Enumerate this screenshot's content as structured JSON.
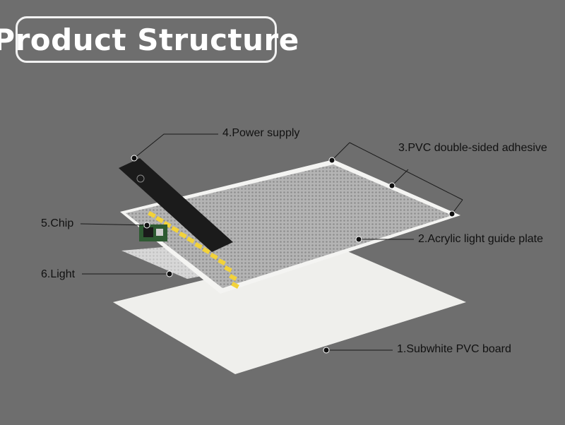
{
  "title": "Product Structure",
  "labels": {
    "power_supply": "4.Power supply",
    "pvc_adhesive": "3.PVC double-sided adhesive",
    "chip": "5.Chip",
    "acrylic_plate": "2.Acrylic light guide plate",
    "light": "6.Light",
    "pvc_board": "1.Subwhite PVC board"
  },
  "colors": {
    "background": "#6e6e6e",
    "title_border": "#f2f2f2",
    "label_text": "#111111",
    "board": "#efefec",
    "panel_dots": "#9a9a9a",
    "power_strip": "#1b1b1b",
    "led": "#f2d23a",
    "chip": "#2e5a32"
  }
}
